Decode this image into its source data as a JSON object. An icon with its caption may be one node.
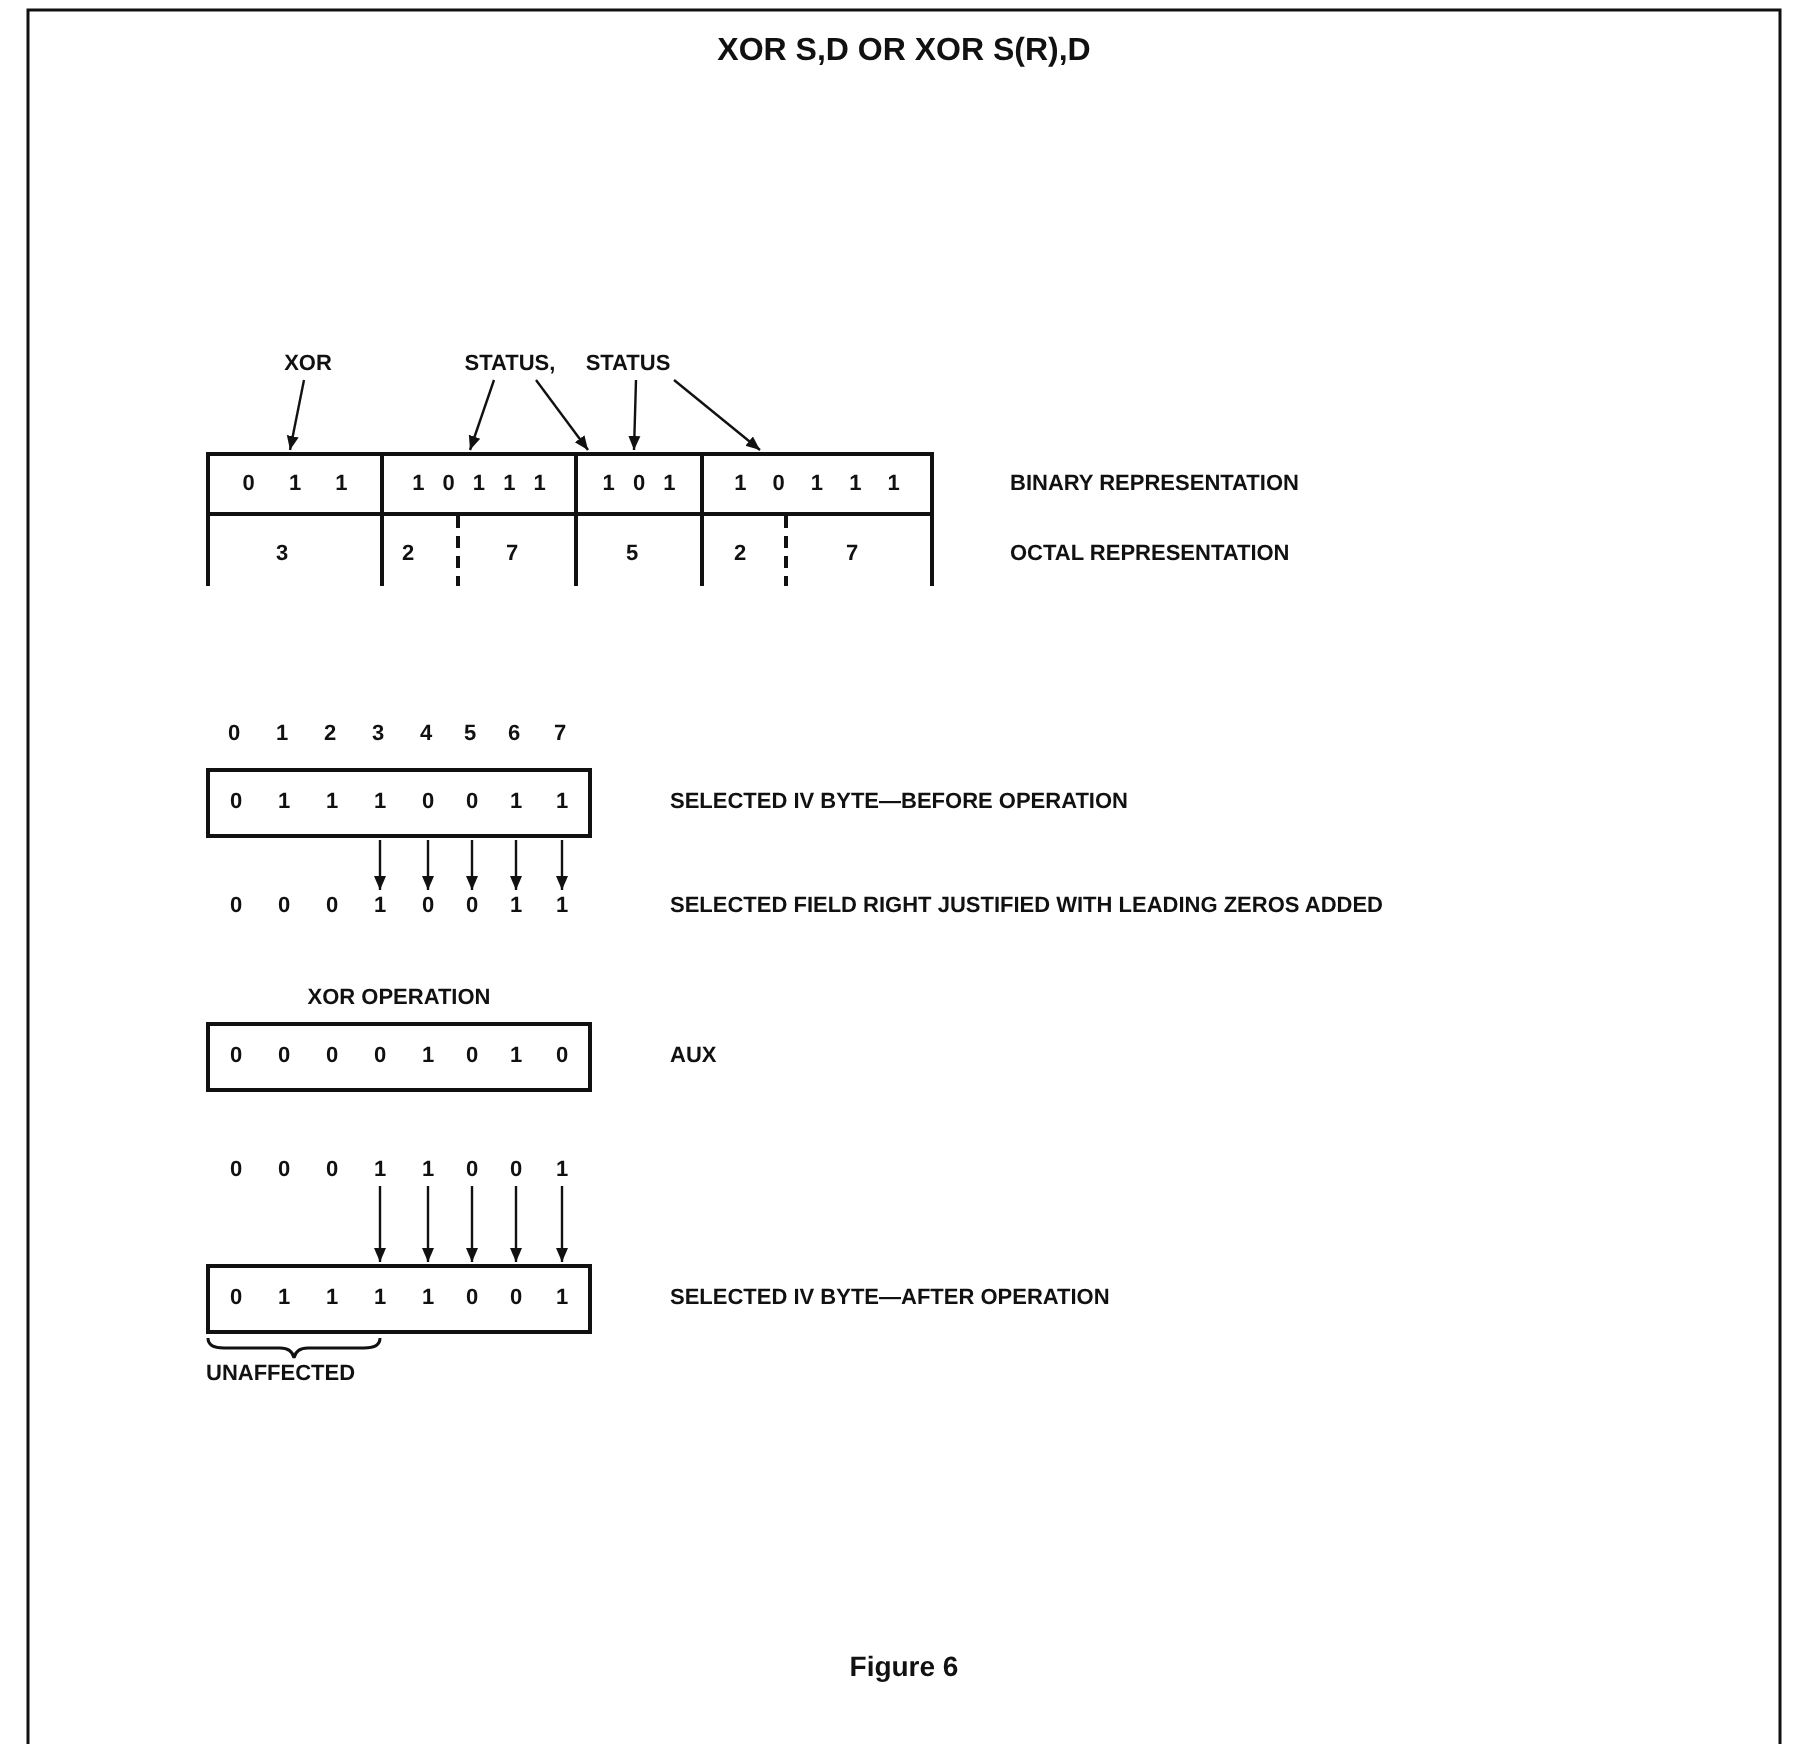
{
  "diagram": {
    "title": "XOR S,D OR XOR S(R),D",
    "caption": "Figure 6",
    "nodes": [
      {
        "text": [
          "XOR"
        ]
      },
      {
        "text": [
          "STATUS,"
        ]
      },
      {
        "text": [
          "STATUS"
        ]
      },
      {
        "text": [
          "0 1 1"
        ]
      },
      {
        "text": [
          "1 0 1 1 1"
        ]
      },
      {
        "text": [
          "1 0 1"
        ]
      },
      {
        "text": [
          "1 0 1 1 1"
        ]
      },
      {
        "text": [],
        "shape": "box",
        "beside": [
          "SELECTED IV BYTE—BEFORE OPERATION"
        ]
      },
      {
        "text": [
          "0"
        ],
        "in": 7
      },
      {
        "text": [
          "1"
        ],
        "in": 7
      },
      {
        "text": [
          "1"
        ],
        "in": 7
      },
      {
        "text": [
          "1"
        ],
        "in": 7
      },
      {
        "text": [
          "0"
        ],
        "in": 7
      },
      {
        "text": [
          "0"
        ],
        "in": 7
      },
      {
        "text": [
          "1"
        ],
        "in": 7
      },
      {
        "text": [
          "1"
        ],
        "in": 7
      },
      {
        "text": [
          "0"
        ]
      },
      {
        "text": [
          "0"
        ]
      },
      {
        "text": [
          "0"
        ]
      },
      {
        "text": [
          "1"
        ]
      },
      {
        "text": [
          "0"
        ]
      },
      {
        "text": [
          "0"
        ]
      },
      {
        "text": [
          "1"
        ]
      },
      {
        "text": [
          "1"
        ]
      },
      {
        "text": [
          "XOR OPERATION"
        ],
        "beside": [
          "AUX"
        ]
      },
      {
        "text": [
          "0"
        ],
        "in": 24
      },
      {
        "text": [
          "0"
        ],
        "in": 24
      },
      {
        "text": [
          "0"
        ],
        "in": 24
      },
      {
        "text": [
          "0"
        ],
        "in": 24
      },
      {
        "text": [
          "1"
        ],
        "in": 24
      },
      {
        "text": [
          "0"
        ],
        "in": 24
      },
      {
        "text": [
          "1"
        ],
        "in": 24
      },
      {
        "text": [
          "0"
        ],
        "in": 24
      },
      {
        "text": [
          "0"
        ]
      },
      {
        "text": [
          "0"
        ]
      },
      {
        "text": [
          "0"
        ]
      },
      {
        "text": [
          "1"
        ]
      },
      {
        "text": [
          "1"
        ]
      },
      {
        "text": [
          "0"
        ]
      },
      {
        "text": [
          "0"
        ]
      },
      {
        "text": [
          "1"
        ]
      },
      {
        "text": [],
        "shape": "box",
        "beside": [
          "SELECTED IV BYTE—AFTER OPERATION"
        ]
      },
      {
        "text": [
          "0"
        ],
        "in": 41
      },
      {
        "text": [
          "1"
        ],
        "in": 41
      },
      {
        "text": [
          "1"
        ],
        "in": 41
      },
      {
        "text": [
          "1"
        ],
        "in": 41
      },
      {
        "text": [
          "1"
        ],
        "in": 41
      },
      {
        "text": [
          "0"
        ],
        "in": 41
      },
      {
        "text": [
          "0"
        ],
        "in": 41
      },
      {
        "text": [
          "1"
        ],
        "in": 41
      }
    ],
    "edges": [
      {
        "from": 0,
        "to": 3,
        "arrow": "to"
      },
      {
        "from": 1,
        "to": 4,
        "arrow": "to"
      },
      {
        "from": 1,
        "to": 5,
        "arrow": "to"
      },
      {
        "from": 2,
        "to": 5,
        "arrow": "to"
      },
      {
        "from": 2,
        "to": 6,
        "arrow": "to"
      },
      {
        "from": 11,
        "to": 19,
        "arrow": "to"
      },
      {
        "from": 12,
        "to": 20,
        "arrow": "to"
      },
      {
        "from": 13,
        "to": 21,
        "arrow": "to"
      },
      {
        "from": 14,
        "to": 22,
        "arrow": "to"
      },
      {
        "from": 15,
        "to": 23,
        "arrow": "to"
      },
      {
        "from": 36,
        "to": 45,
        "arrow": "to"
      },
      {
        "from": 37,
        "to": 46,
        "arrow": "to"
      },
      {
        "from": 38,
        "to": 47,
        "arrow": "to"
      },
      {
        "from": 39,
        "to": 48,
        "arrow": "to"
      },
      {
        "from": 40,
        "to": 49,
        "arrow": "to"
      }
    ],
    "labels": [
      "BINARY REPRESENTATION",
      "3",
      "2",
      "7",
      "5",
      "2",
      "7",
      "OCTAL REPRESENTATION",
      "0",
      "1",
      "2",
      "3",
      "4",
      "5",
      "6",
      "7",
      "SELECTED FIELD RIGHT JUSTIFIED WITH LEADING ZEROS ADDED",
      "UNAFFECTED"
    ]
  }
}
